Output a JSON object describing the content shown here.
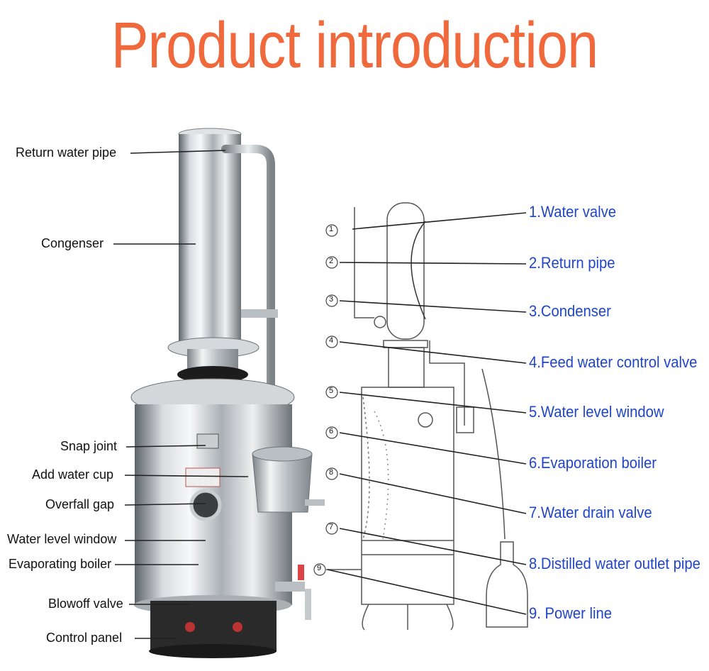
{
  "title": "Product introduction",
  "colors": {
    "title": "#f0693c",
    "right_labels": "#2046c8",
    "left_labels": "#111111",
    "steel_light": "#e9ecee",
    "steel_dark": "#6c7378"
  },
  "left_labels": [
    "Return water pipe",
    "Congenser",
    "Snap joint",
    "Add water cup",
    "Overfall gap",
    "Water level window",
    "Evaporating boiler",
    "Blowoff valve",
    "Control panel"
  ],
  "right_labels": [
    "1.Water valve",
    "2.Return pipe",
    "3.Condenser",
    "4.Feed water control valve",
    "5.Water level window",
    "6.Evaporation boiler",
    "7.Water drain valve",
    "8.Distilled water outlet pipe",
    "9. Power line"
  ],
  "diagram_markers": [
    "1",
    "2",
    "3",
    "4",
    "5",
    "6",
    "8",
    "7",
    "9"
  ]
}
